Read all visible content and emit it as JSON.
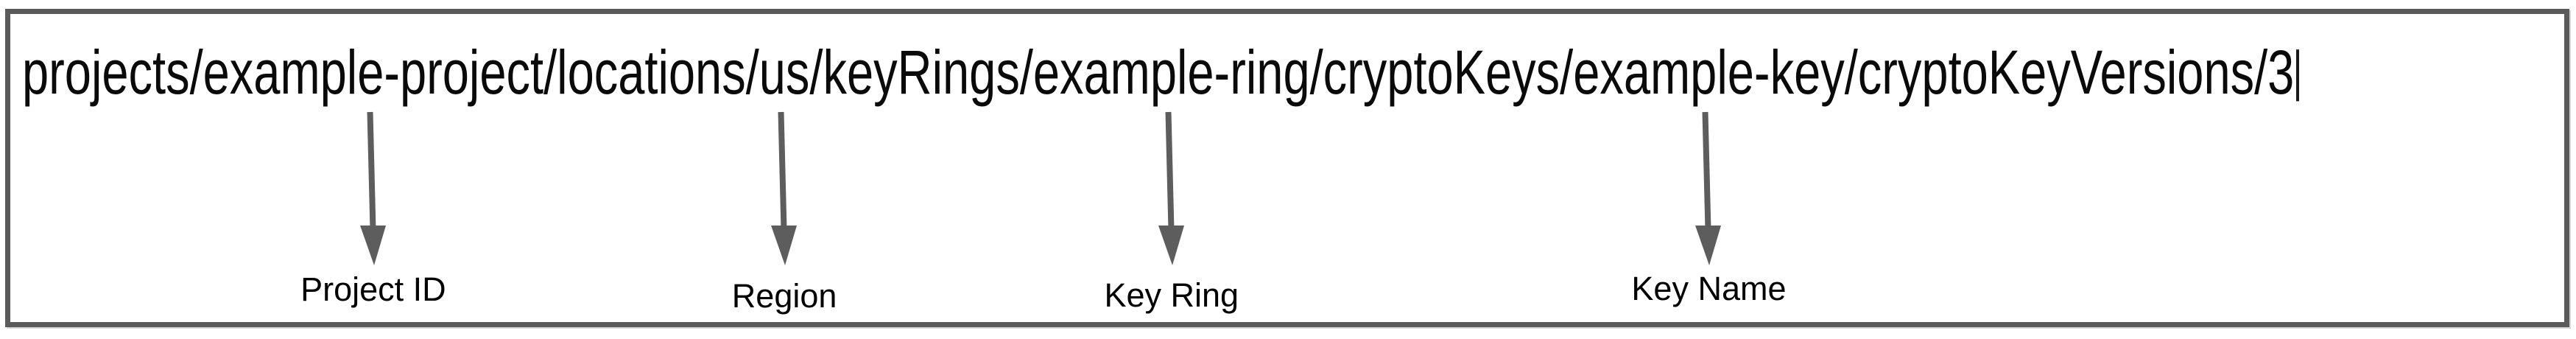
{
  "diagram": {
    "resource_path": {
      "full_text": "projects/example-project/locations/us/keyRings/example-ring/cryptoKeys/example-key/cryptoKeyVersions/3",
      "segments": [
        {
          "id": "prefix-projects",
          "text": "projects/"
        },
        {
          "id": "project-id",
          "text": "example-project"
        },
        {
          "id": "prefix-locations",
          "text": "/locations/"
        },
        {
          "id": "region",
          "text": "us"
        },
        {
          "id": "prefix-keyrings",
          "text": "/keyRings/"
        },
        {
          "id": "key-ring",
          "text": "example-ring"
        },
        {
          "id": "prefix-cryptokeys",
          "text": "/cryptoKeys/"
        },
        {
          "id": "key-name",
          "text": "example-key"
        },
        {
          "id": "suffix-versions",
          "text": "/cryptoKeyVersions/"
        },
        {
          "id": "version-number",
          "text": "3"
        }
      ],
      "cursor_visible": true
    },
    "callouts": [
      {
        "label": "Project ID",
        "target": "project-id"
      },
      {
        "label": "Region",
        "target": "region"
      },
      {
        "label": "Key Ring",
        "target": "key-ring"
      },
      {
        "label": "Key Name",
        "target": "key-name"
      }
    ],
    "colors": {
      "arrow": "#5d5d5d",
      "border": "#5a5a5a",
      "path_text": "#0a0a0a",
      "label_text": "#000000",
      "background": "#ffffff"
    }
  }
}
